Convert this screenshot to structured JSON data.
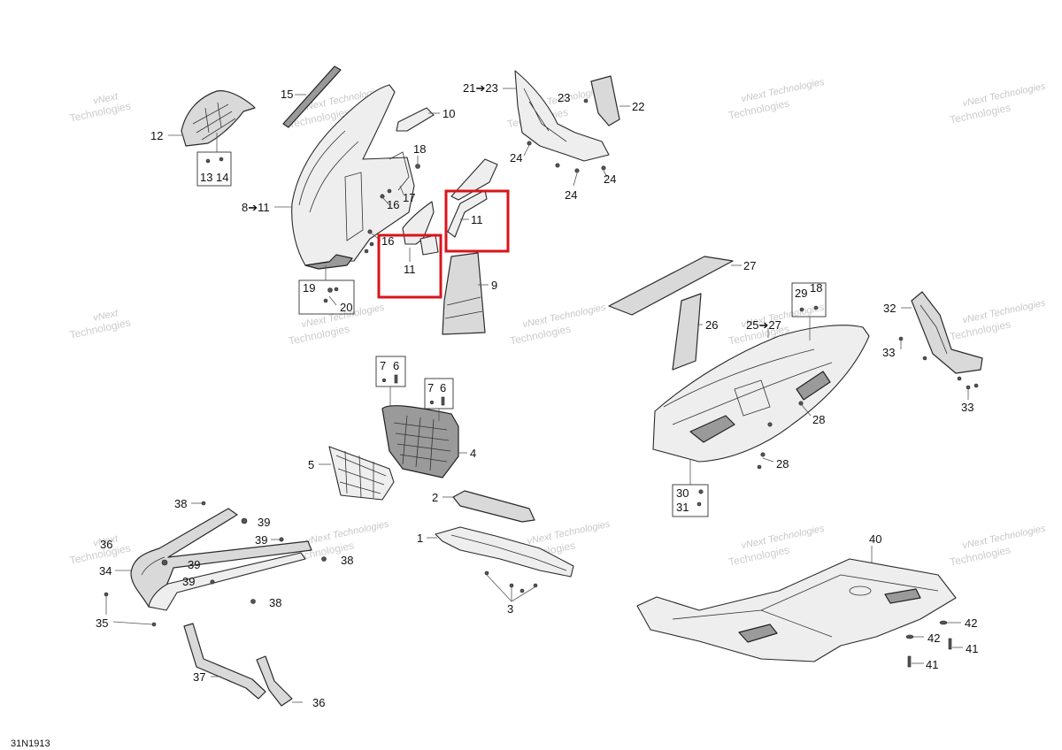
{
  "figure_code": "31N1913",
  "watermark": {
    "line1": "vNext",
    "line2": "Technologies",
    "combined": "vNext Technologies"
  },
  "callouts": {
    "c1": "1",
    "c2": "2",
    "c3": "3",
    "c4": "4",
    "c5": "5",
    "c7a": "7",
    "c6a": "6",
    "c7b": "7",
    "c6b": "6",
    "c8to11": "8➔11",
    "c9": "9",
    "c10": "10",
    "c11a": "11",
    "c11b": "11",
    "c12": "12",
    "c13": "13",
    "c14": "14",
    "c15": "15",
    "c16a": "16",
    "c16b": "16",
    "c17": "17",
    "c18a": "18",
    "c18b": "18",
    "c19": "19",
    "c20": "20",
    "c21to23": "21➔23",
    "c22": "22",
    "c23": "23",
    "c24a": "24",
    "c24b": "24",
    "c24c": "24",
    "c25to27": "25➔27",
    "c26": "26",
    "c27": "27",
    "c28a": "28",
    "c28b": "28",
    "c29": "29",
    "c30": "30",
    "c31": "31",
    "c32": "32",
    "c33a": "33",
    "c33b": "33",
    "c34": "34",
    "c35": "35",
    "c36a": "36",
    "c36b": "36",
    "c37": "37",
    "c38a": "38",
    "c38b": "38",
    "c38c": "38",
    "c39a": "39",
    "c39b": "39",
    "c39c": "39",
    "c39d": "39",
    "c40": "40",
    "c41a": "41",
    "c41b": "41",
    "c42a": "42",
    "c42b": "42"
  },
  "colors": {
    "highlight": "#d9141b",
    "part_fill": "#d9d9d9",
    "line": "#2a2a2a"
  }
}
